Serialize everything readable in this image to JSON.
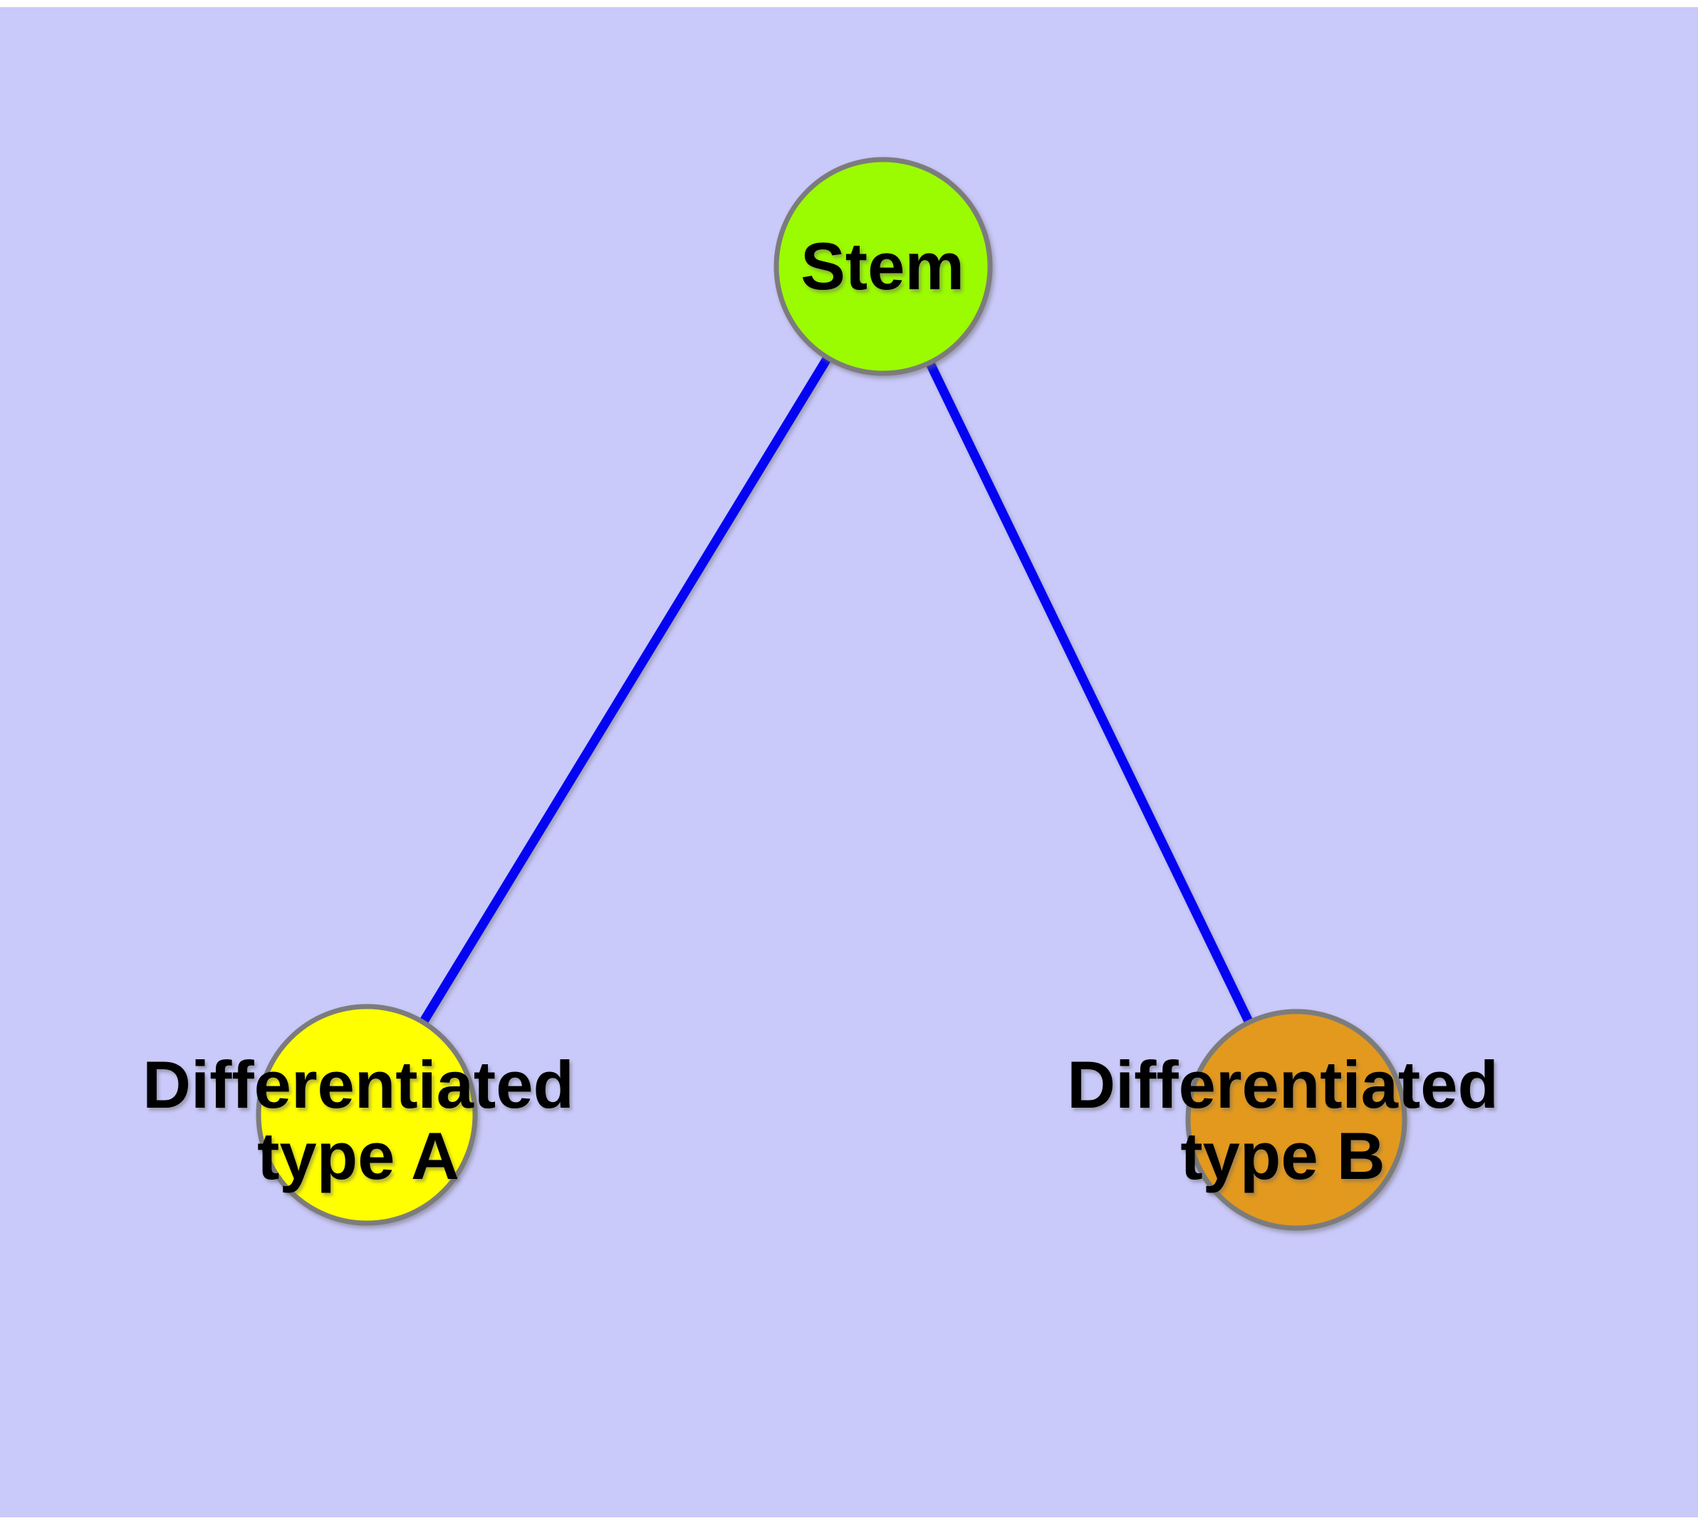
{
  "diagram": {
    "background_color": "#c9c9fa",
    "page_margin_color": "#ffffff",
    "edge_color": "#0404f2",
    "node_border_color": "#7c7c7c",
    "text_color": "#000000",
    "nodes": [
      {
        "id": "stem",
        "label_lines": [
          "Stem"
        ],
        "fill": "#9bfb00"
      },
      {
        "id": "differentiated-type-a",
        "label_lines": [
          "Differentiated",
          "type A"
        ],
        "fill": "#ffff00"
      },
      {
        "id": "differentiated-type-b",
        "label_lines": [
          "Differentiated",
          "type B"
        ],
        "fill": "#e2991e"
      }
    ],
    "edges": [
      {
        "from": "Stem",
        "to": "Differentiated type A"
      },
      {
        "from": "Stem",
        "to": "Differentiated type B"
      }
    ]
  }
}
